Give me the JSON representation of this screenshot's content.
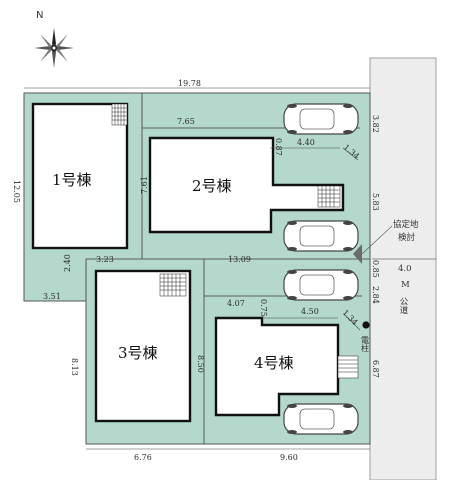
{
  "compass": {
    "north_label": "N"
  },
  "buildings": [
    {
      "label": "1号棟"
    },
    {
      "label": "2号棟"
    },
    {
      "label": "3号棟"
    },
    {
      "label": "4号棟"
    }
  ],
  "dimensions": {
    "top": "19.78",
    "left": "12.05",
    "bottom_left": "3.51",
    "lot1_inner_bottom": "3.23",
    "lot1_step": "2.40",
    "lot2_top": "7.65",
    "lot2_side": "7.61",
    "lot2_drive_gap": "0.87",
    "lot2_drive": "4.40",
    "lot2_diag": "1.34",
    "middle": "13.09",
    "lot4_top": "4.07",
    "lot4_drive_gap": "0.75",
    "lot4_drive": "4.50",
    "lot4_diag": "1.34",
    "lot3_left": "8.13",
    "lot3_right": "8.50",
    "bottom_lot3": "6.76",
    "bottom_lot4": "9.60",
    "road_3_82": "3.82",
    "road_5_83": "5.83",
    "road_0_85": "0.85",
    "road_2_84": "2.84",
    "road_6_87": "6.87"
  },
  "road": {
    "width_label": "4.0",
    "unit_label": "M",
    "type_label": "公道",
    "consult_label_1": "協定地",
    "consult_label_2": "検討"
  },
  "pole_label": "電柱",
  "colors": {
    "lot_fill": "#b4d9cc",
    "road_fill": "#ededed",
    "building_fill": "#ffffff"
  }
}
